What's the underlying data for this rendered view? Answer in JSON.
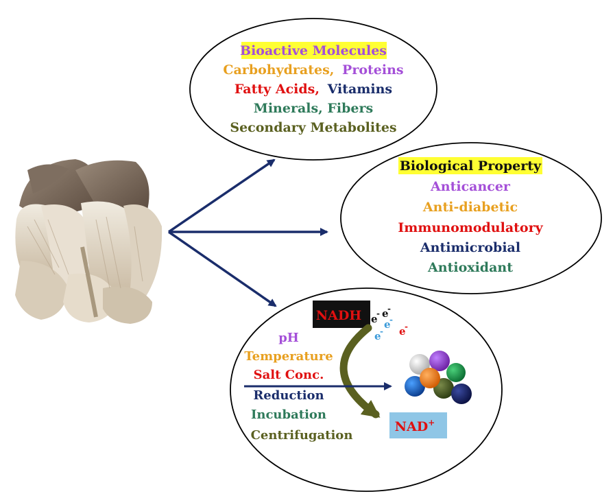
{
  "colors": {
    "arrow": "#1a2d6b",
    "highlight": "#ffff33",
    "purple": "#a44fd8",
    "orange": "#e8a020",
    "red": "#e01010",
    "navy": "#1a2d6b",
    "teal": "#2e7a5a",
    "olive": "#5a6020",
    "nadh_box": "#111111",
    "nad_box": "#8fc6e6"
  },
  "molecules": {
    "title": "Bioactive Molecules",
    "line1a": "Carbohydrates,",
    "line1b": "Proteins",
    "line2a": "Fatty Acids,",
    "line2b": "Vitamins",
    "line3": "Minerals, Fibers",
    "line4": "Secondary Metabolites"
  },
  "property": {
    "title": "Biological Property",
    "items": [
      "Anticancer",
      "Anti-diabetic",
      "Immunomodulatory",
      "Antimicrobial",
      "Antioxidant"
    ]
  },
  "synthesis": {
    "params": [
      "pH",
      "Temperature",
      "Salt Conc.",
      "Reduction",
      "Incubation",
      "Centrifugation"
    ],
    "nadh": "NADH",
    "nad": "NAD",
    "nad_sup": "+",
    "electron": "e",
    "electron_sup": "-"
  },
  "icons": {
    "mushroom": "oyster-mushroom-illustration",
    "nanoparticles": "nanoparticle-cluster-illustration"
  }
}
